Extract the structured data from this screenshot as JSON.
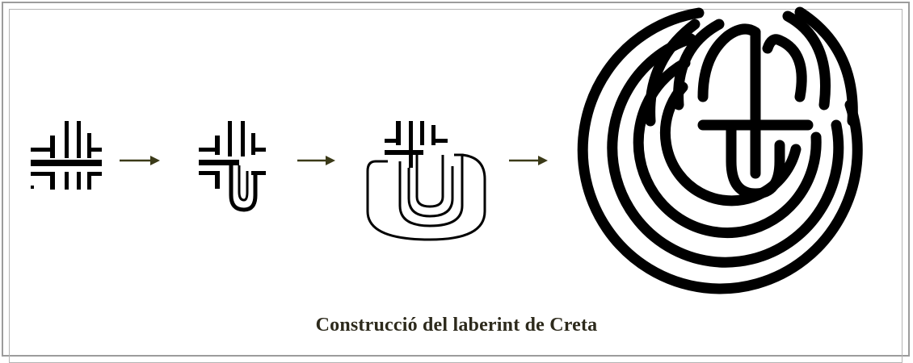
{
  "caption": "Construcció del laberint de Creta",
  "colors": {
    "ink": "#000000",
    "arrow": "#3b3a18",
    "frame": "#9c9c9c",
    "caption": "#2d2a1c"
  },
  "steps": [
    {
      "name": "step-1-seed-cross"
    },
    {
      "name": "step-2-first-loop"
    },
    {
      "name": "step-3-three-loops"
    },
    {
      "name": "step-4-complete-labyrinth"
    }
  ]
}
